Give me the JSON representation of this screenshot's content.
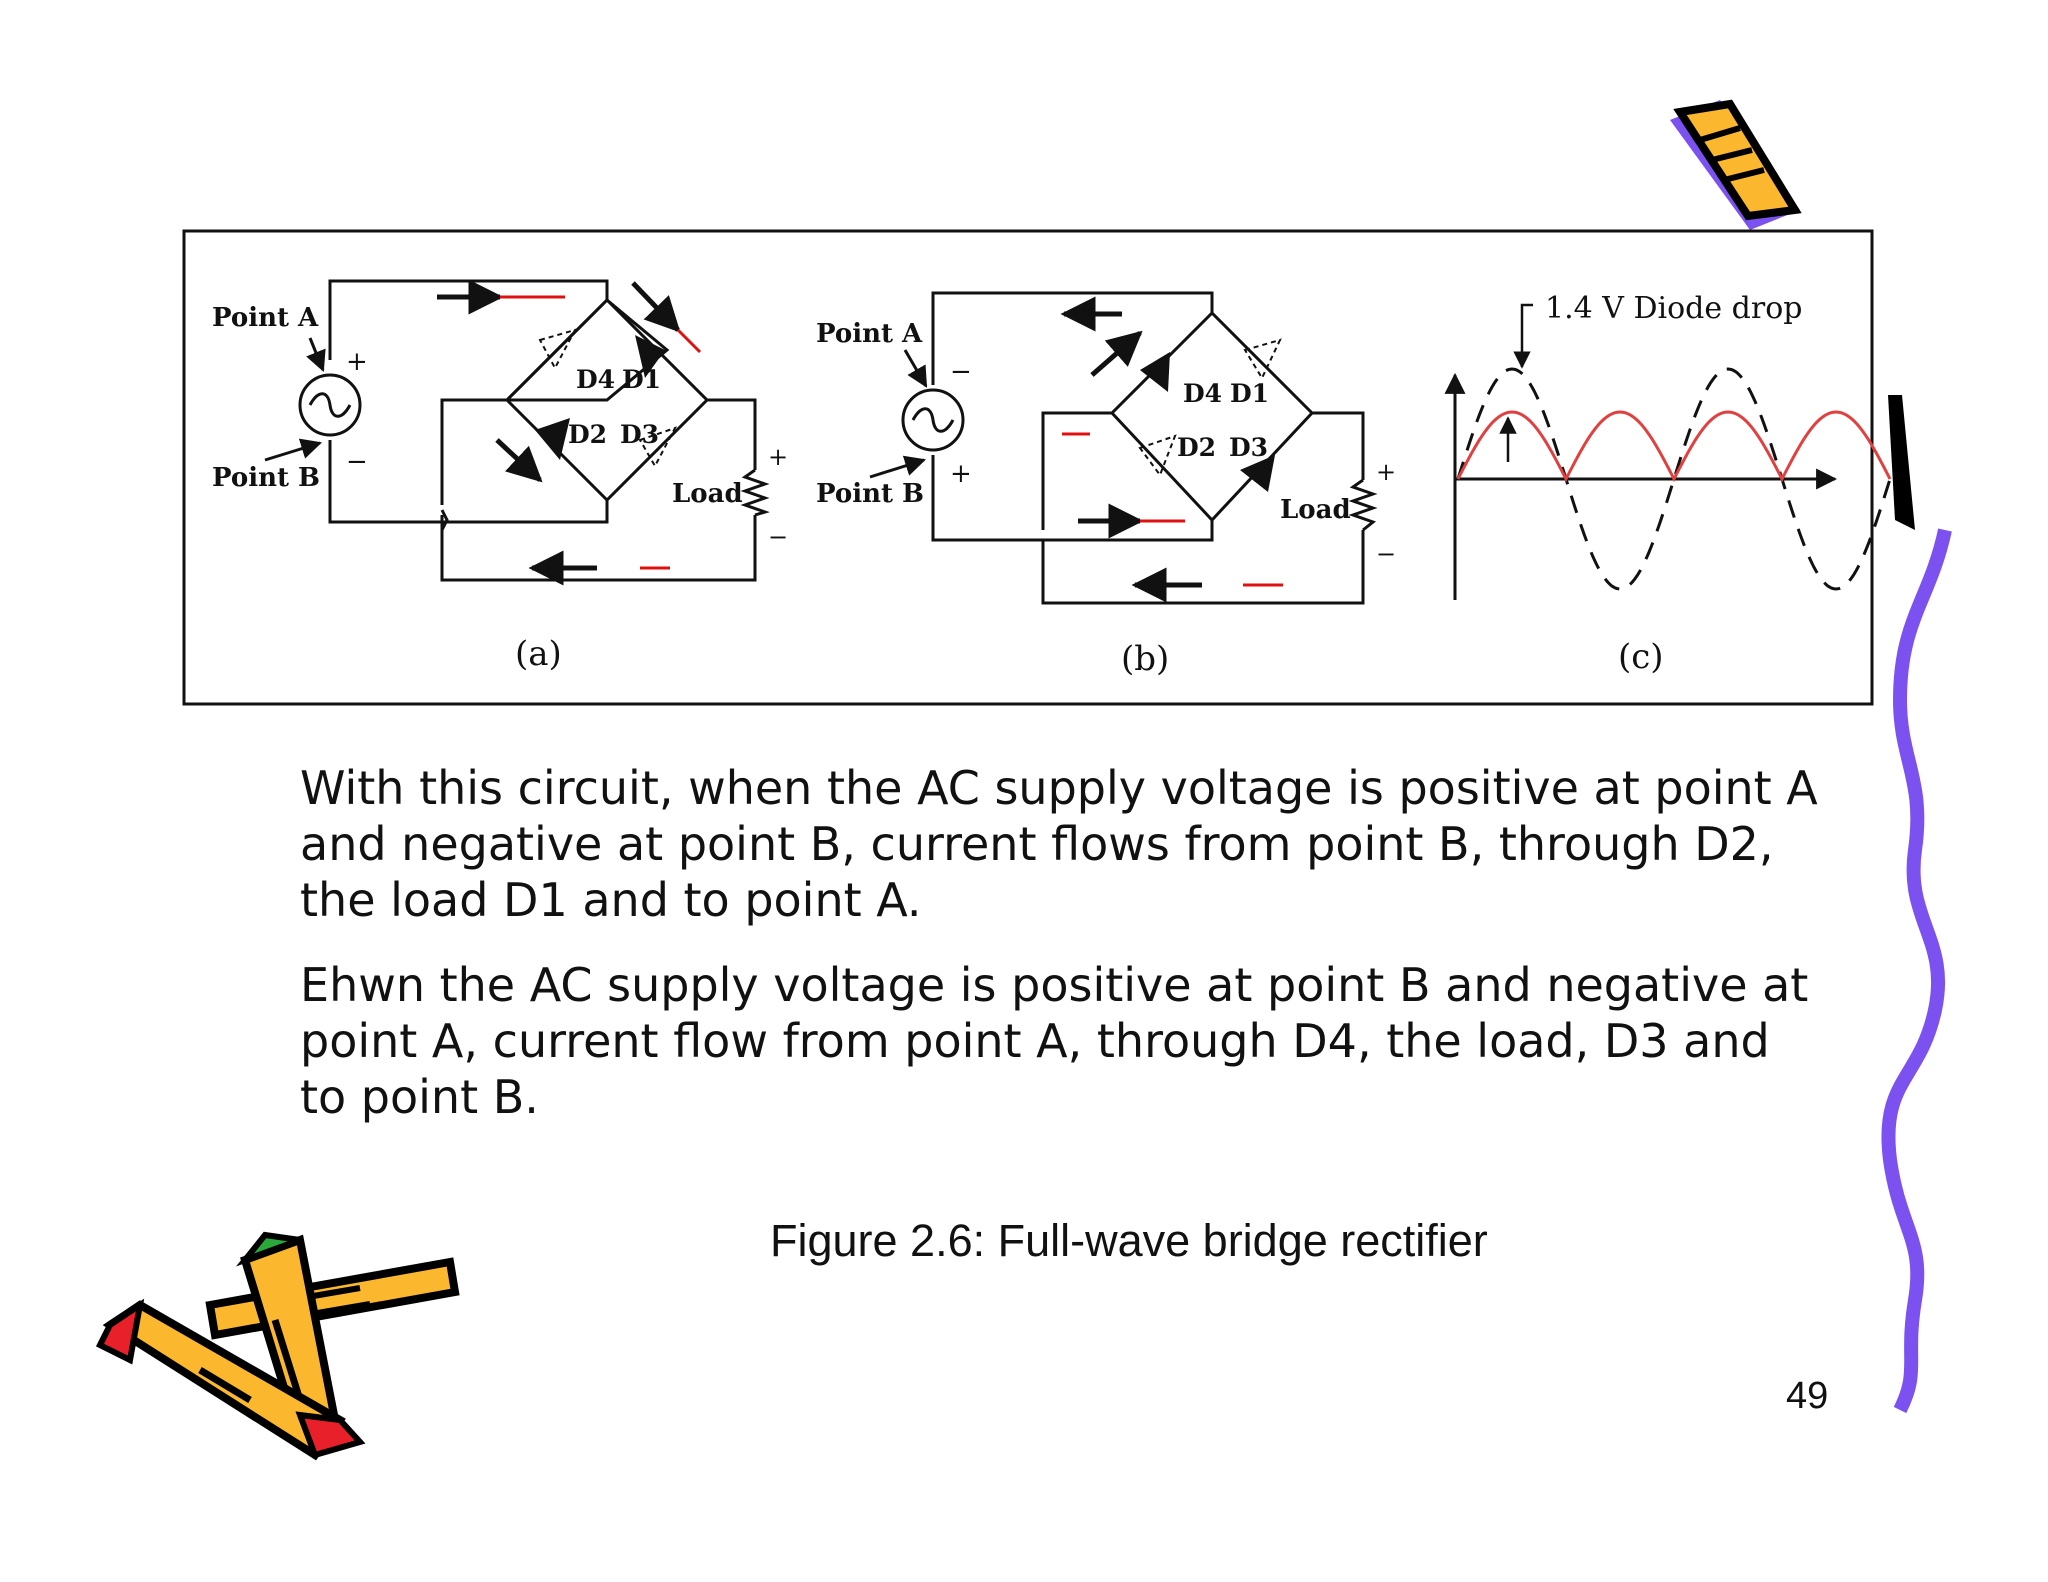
{
  "figure": {
    "panel_a": {
      "label": "(a)",
      "point_a": "Point A",
      "point_b": "Point B",
      "plus": "+",
      "minus": "−",
      "d4": "D4",
      "d1": "D1",
      "d2": "D2",
      "d3": "D3",
      "load": "Load"
    },
    "panel_b": {
      "label": "(b)",
      "point_a": "Point A",
      "point_b": "Point B",
      "plus": "+",
      "minus": "−",
      "d4": "D4",
      "d1": "D1",
      "d2": "D2",
      "d3": "D3",
      "load": "Load"
    },
    "panel_c": {
      "label": "(c)",
      "annotation": "1.4 V Diode drop"
    }
  },
  "text": {
    "paragraph1": "With this circuit, when the AC supply voltage is positive at point A and negative at point B, current flows from point B, through D2, the load D1 and to point A.",
    "paragraph2": "Ehwn the AC supply voltage is positive at point B and negative at point A, current flow from point A, through D4, the load, D3 and to point B.",
    "caption": "Figure 2.6: Full-wave bridge rectifier",
    "page_number": "49"
  },
  "colors": {
    "current_marker": "#e01010",
    "wave_output": "#e04040",
    "crayon_yellow": "#fbb82e",
    "crayon_purple": "#7b52f0",
    "crayon_red": "#e8202a",
    "crayon_green": "#2aa83a"
  },
  "icons": [
    "crayon-icon",
    "ac-source-icon",
    "diode-icon",
    "resistor-icon"
  ]
}
